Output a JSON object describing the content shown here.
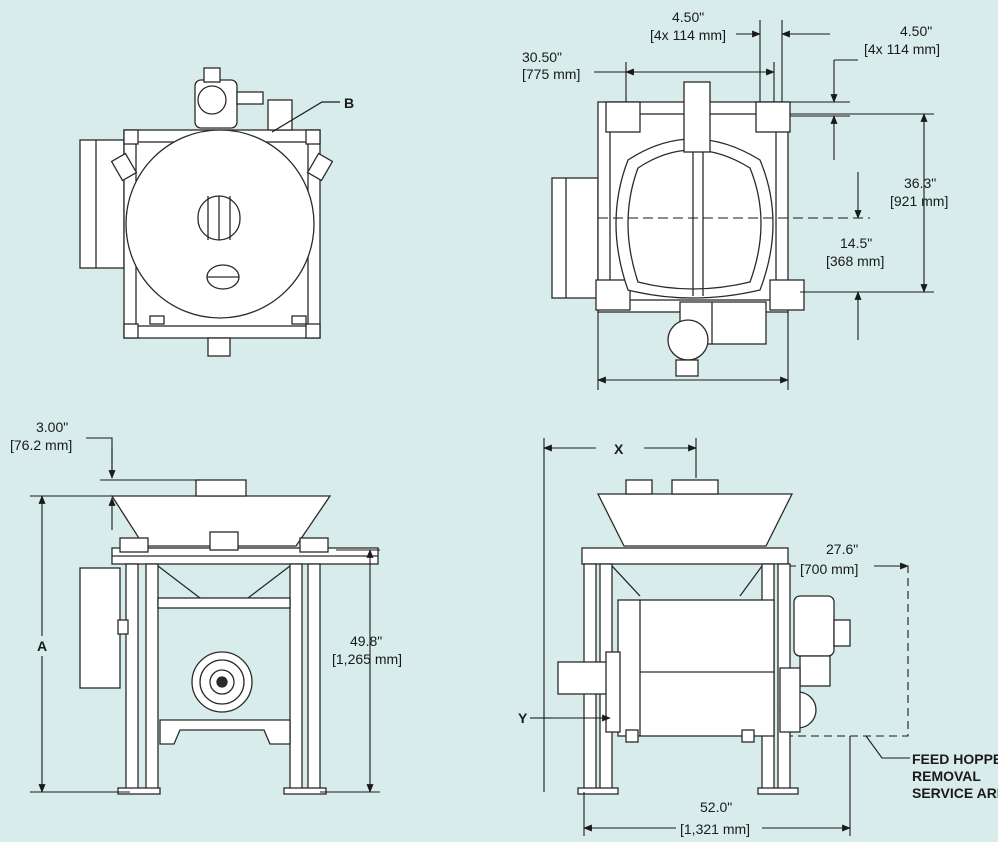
{
  "colors": {
    "background": "#d9ecec",
    "drawing_fill": "#ffffff",
    "line": "#2a2a2a",
    "shade": "#c8c8c8"
  },
  "views": {
    "top_left": {
      "callout": "B"
    },
    "top_right": {
      "dim_width": "30.50\"",
      "dim_width_mm": "[775 mm]",
      "dim_bolt_h": "4.50\"",
      "dim_bolt_h_mm": "[4x  114 mm]",
      "dim_bolt_v": "4.50\"",
      "dim_bolt_v_mm": "[4x  114 mm]",
      "dim_depth": "36.3\"",
      "dim_depth_mm": "[921 mm]",
      "dim_center": "14.5\"",
      "dim_center_mm": "[368 mm]"
    },
    "bottom_left": {
      "dim_lip": "3.00\"",
      "dim_lip_mm": "[76.2 mm]",
      "dim_a": "A",
      "dim_height": "49.8\"",
      "dim_height_mm": "[1,265 mm]"
    },
    "bottom_right": {
      "dim_x": "X",
      "dim_y": "Y",
      "dim_service": "27.6\"",
      "dim_service_mm": "[700 mm]",
      "dim_width": "52.0\"",
      "dim_width_mm": "[1,321 mm]",
      "note_line1": "FEED HOPPER",
      "note_line2": "REMOVAL",
      "note_line3": "SERVICE AREA"
    }
  }
}
